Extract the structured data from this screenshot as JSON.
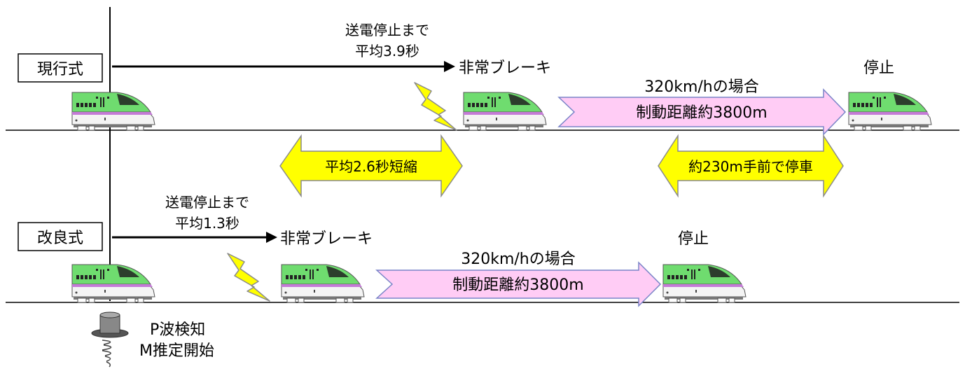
{
  "current_method": {
    "label": "現行式",
    "transmission_stop_line1": "送電停止まで",
    "transmission_stop_line2": "平均3.9秒",
    "emergency_brake": "非常ブレーキ",
    "braking_line1": "320km/hの場合",
    "braking_line2": "制動距離約3800m",
    "stop": "停止"
  },
  "improved_method": {
    "label": "改良式",
    "transmission_stop_line1": "送電停止まで",
    "transmission_stop_line2": "平均1.3秒",
    "emergency_brake": "非常ブレーキ",
    "braking_line1": "320km/hの場合",
    "braking_line2": "制動距離約3800m",
    "stop": "停止"
  },
  "comparison": {
    "time_reduction": "平均2.6秒短縮",
    "distance_reduction": "約230m手前で停車"
  },
  "sensor": {
    "line1": "P波検知",
    "line2": "M推定開始"
  },
  "colors": {
    "train_green": "#6fdc6f",
    "train_white": "#f4f4f4",
    "train_purple": "#c47ad6",
    "pink_arrow_fill": "#ffccf5",
    "pink_arrow_stroke": "#7a84c8",
    "yellow_fill": "#ffff00",
    "yellow_stroke": "#8a8a8a"
  }
}
